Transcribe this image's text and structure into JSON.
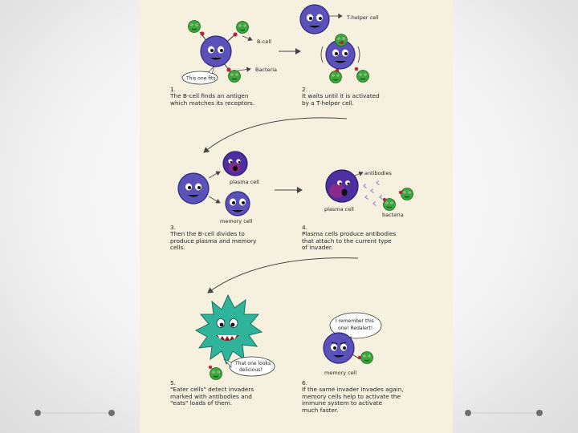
{
  "panel1": {
    "label_bcell": "B-cell",
    "label_bacteria": "Bacteria",
    "bubble": "This one fits",
    "step": "1.",
    "caption_line1": "The B-cell finds an antigen",
    "caption_line2": "which matches its receptors."
  },
  "panel2": {
    "label_thelper": "T-helper cell",
    "step": "2.",
    "caption_line1": "It waits until it is activated",
    "caption_line2": "by a T-helper cell."
  },
  "panel3": {
    "label_plasma": "plasma cell",
    "label_memory": "memory cell",
    "step": "3.",
    "caption_line1": "Then the B-cell divides to",
    "caption_line2": "produce plasma and memory",
    "caption_line3": "cells."
  },
  "panel4": {
    "label_antibodies": "antibodies",
    "label_plasma": "plasma cell",
    "label_bacteria": "bacteria",
    "step": "4.",
    "caption_line1": "Plasma cells produce antibodies",
    "caption_line2": "that attach to the current type",
    "caption_line3": "of invader."
  },
  "panel5": {
    "bubble_line1": "That one looks",
    "bubble_line2": "delicious!",
    "step": "5.",
    "caption_line1": "\"Eater cells\" detect invaders",
    "caption_line2": "marked with antibodies and",
    "caption_line3": "\"eats\" loads of them."
  },
  "panel6": {
    "bubble_line1": "I remember this",
    "bubble_line2": "one! Redalert!",
    "label_memory": "memory cell",
    "step": "6.",
    "caption_line1": "If the same invader invades again,",
    "caption_line2": "memory cells help to activate the",
    "caption_line3": "immune system to activate",
    "caption_line4": "much faster."
  },
  "colors": {
    "panel_bg": "#f6f1df",
    "bcell": "#5a52b8",
    "plasma": "#4e2fa0",
    "bacteria": "#3aa83a",
    "eater": "#2fb39b",
    "antigen": "#b3283a"
  }
}
